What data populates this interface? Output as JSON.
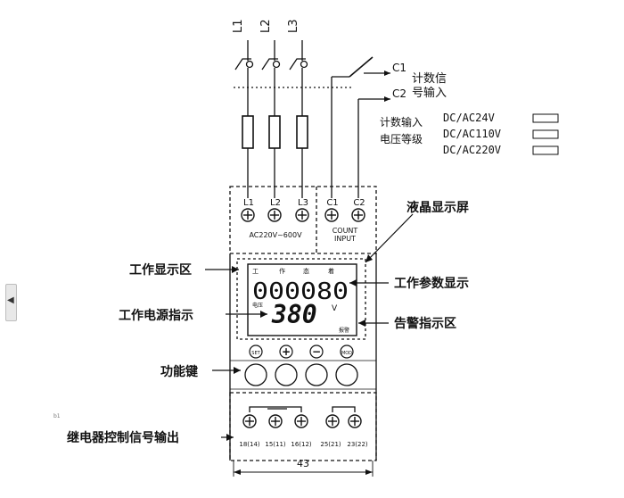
{
  "lines": {
    "l1": "L1",
    "l2": "L2",
    "l3": "L3"
  },
  "count_signal": {
    "c1": "C1",
    "c2": "C2",
    "label_line1": "计数信",
    "label_line2": "号输入"
  },
  "voltage_levels": {
    "label_line1": "计数输入",
    "label_line2": "电压等级",
    "options": [
      "DC/AC24V",
      "DC/AC110V",
      "DC/AC220V"
    ]
  },
  "top_terminal": {
    "labels": [
      "L1",
      "L2",
      "L3",
      "C1",
      "C2"
    ],
    "ac_range": "AC220V~600V",
    "count_line1": "COUNT",
    "count_line2": "INPUT"
  },
  "display": {
    "header_chars": [
      "工",
      "作",
      "态",
      "着"
    ],
    "digits_top": "000080",
    "digits_bottom": "380",
    "unit": "V",
    "small_left": "电压",
    "small_right": "报警"
  },
  "buttons": {
    "set": "SET",
    "plus": "+",
    "minus": "−",
    "mod": "MOD"
  },
  "bottom_terminal": {
    "labels": [
      "18(14)",
      "15(11)",
      "16(12)",
      "25(21)",
      "23(22)"
    ],
    "small_mark": "b1"
  },
  "callouts": {
    "lcd": "液晶显示屏",
    "work_display_area": "工作显示区",
    "work_param_display": "工作参数显示",
    "power_indicator": "工作电源指示",
    "alarm_indicator": "告警指示区",
    "function_keys": "功能键",
    "relay_output": "继电器控制信号输出"
  },
  "dimension": "43",
  "side_tab_glyph": "◀"
}
